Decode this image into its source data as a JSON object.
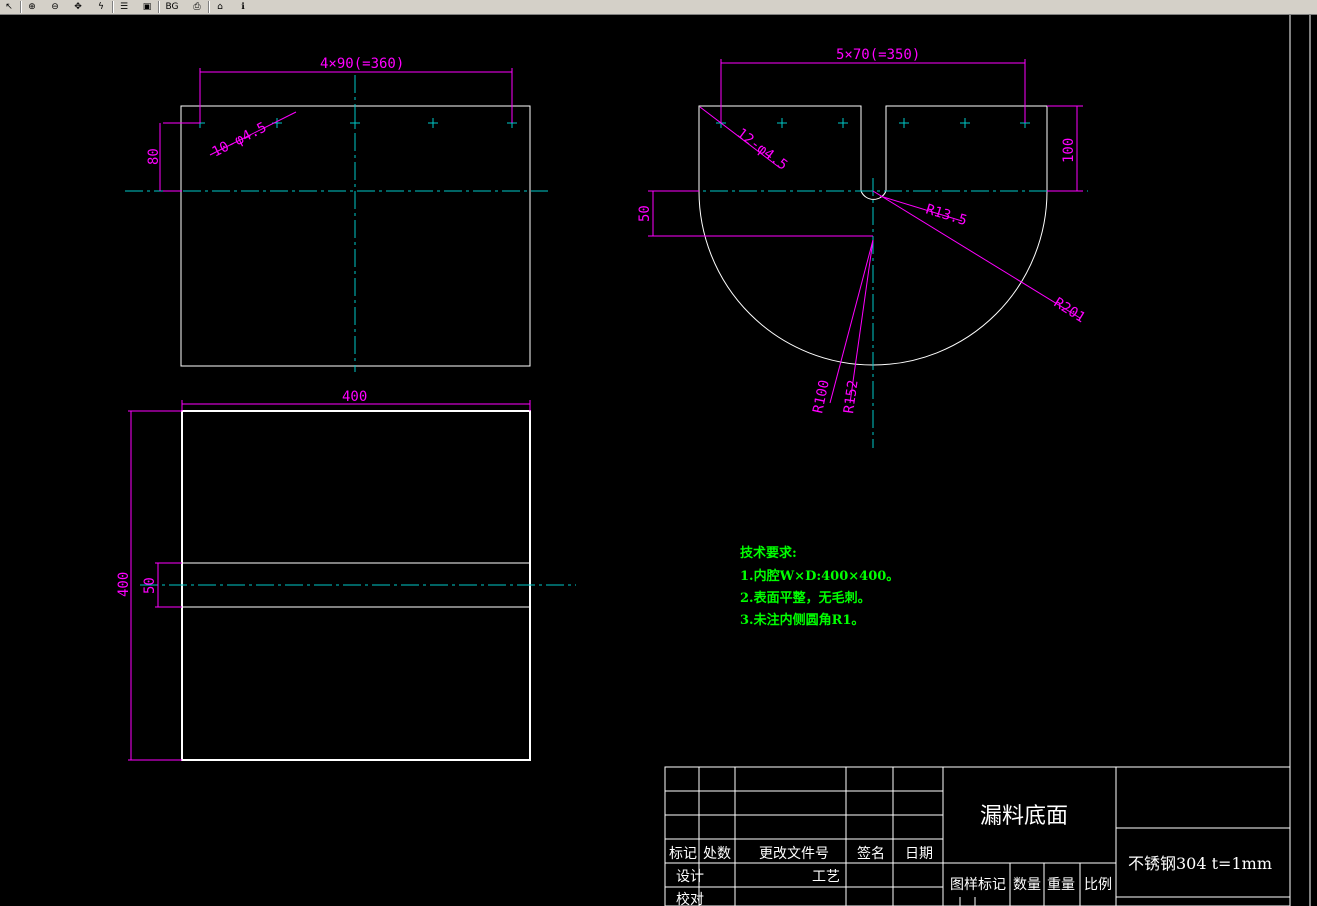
{
  "toolbar": {
    "buttons": [
      {
        "icon": "select-icon",
        "glyph": "↖"
      },
      {
        "icon": "zoom-in-icon",
        "glyph": "⊕"
      },
      {
        "icon": "zoom-out-icon",
        "glyph": "⊖"
      },
      {
        "icon": "pan-icon",
        "glyph": "✥"
      },
      {
        "icon": "lightning-icon",
        "glyph": "ϟ"
      },
      {
        "icon": "layers-icon",
        "glyph": "☰"
      },
      {
        "icon": "screen-icon",
        "glyph": "▣"
      },
      {
        "icon": "background-icon",
        "glyph": "BG"
      },
      {
        "icon": "print-icon",
        "glyph": "⎙"
      },
      {
        "icon": "home-icon",
        "glyph": "⌂"
      },
      {
        "icon": "info-icon",
        "glyph": "ℹ"
      }
    ]
  },
  "dimensions": {
    "top_left_spacing": "4×90(=360)",
    "top_left_holes": "10-φ4.5",
    "top_left_height": "80",
    "top_right_spacing": "5×70(=350)",
    "top_right_holes": "12-φ4.5",
    "top_right_height": "100",
    "top_right_offset": "50",
    "radius_small": "R13.5",
    "radius_outer": "R201",
    "radius_r100": "R100",
    "radius_r152": "R152",
    "bottom_width": "400",
    "bottom_height": "400",
    "bottom_slot": "50"
  },
  "notes": {
    "title": "技术要求:",
    "line1": "1.内腔W×D:400×400。",
    "line2": "2.表面平整，无毛刺。",
    "line3": "3.未注内侧圆角R1。"
  },
  "title_block": {
    "part_name": "漏料底面",
    "material": "不锈钢304 t=1mm",
    "header_mark": "标记",
    "header_count": "处数",
    "header_doc": "更改文件号",
    "header_sign": "签名",
    "header_date": "日期",
    "row_design": "设计",
    "row_process": "工艺",
    "row_check": "校对",
    "drawing_mark": "图样标记",
    "quantity": "数量",
    "weight": "重量",
    "scale": "比例"
  },
  "colors": {
    "background": "#000000",
    "geometry": "#ffffff",
    "dimension": "#ff00ff",
    "centerline": "#00c8c8",
    "note": "#00ff00"
  }
}
